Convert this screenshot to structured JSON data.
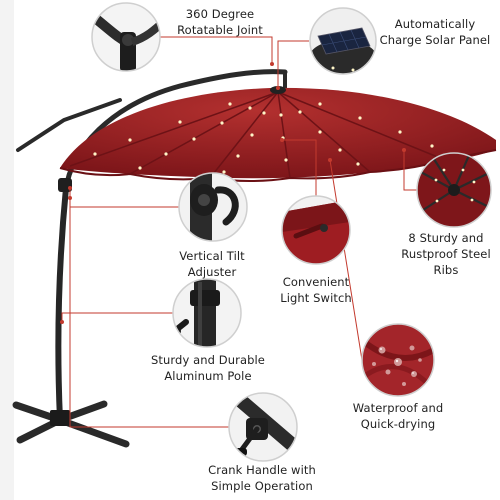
{
  "colors": {
    "canopy": "#8e1b1f",
    "canopy_light": "#a8262a",
    "canopy_dark": "#5e0f12",
    "pole": "#2a2a2a",
    "leader": "#c33a2e",
    "led": "#fff6c8",
    "circle_border": "#cfcfcf",
    "text": "#222222"
  },
  "callouts": [
    {
      "id": "joint",
      "icon": "rotatable-joint-icon",
      "lines": [
        "360 Degree",
        "Rotatable Joint"
      ]
    },
    {
      "id": "solar",
      "icon": "solar-panel-icon",
      "lines": [
        "Automatically",
        "Charge Solar Panel"
      ]
    },
    {
      "id": "tilt",
      "icon": "tilt-adjuster-icon",
      "lines": [
        "Vertical Tilt",
        "Adjuster"
      ]
    },
    {
      "id": "switch",
      "icon": "light-switch-icon",
      "lines": [
        "Convenient",
        "Light Switch"
      ]
    },
    {
      "id": "ribs",
      "icon": "steel-ribs-icon",
      "lines": [
        "8 Sturdy and",
        "Rustproof Steel",
        "Ribs"
      ]
    },
    {
      "id": "pole",
      "icon": "aluminum-pole-icon",
      "lines": [
        "Sturdy and Durable",
        "Aluminum Pole"
      ]
    },
    {
      "id": "waterproof",
      "icon": "water-droplets-icon",
      "lines": [
        "Waterproof and",
        "Quick-drying"
      ]
    },
    {
      "id": "crank",
      "icon": "crank-handle-icon",
      "lines": [
        "Crank Handle with",
        "Simple Operation"
      ]
    }
  ]
}
